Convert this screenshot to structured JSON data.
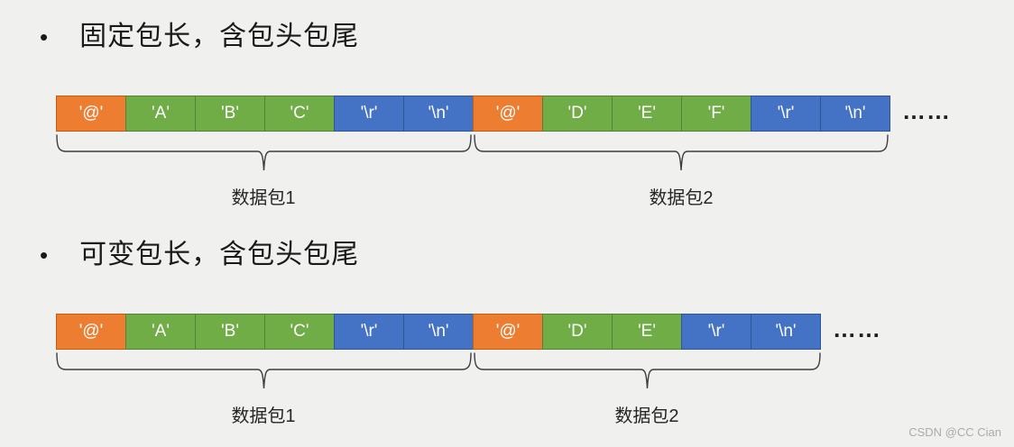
{
  "page": {
    "background": "#F0F0EF",
    "watermark": "CSDN @CC Cian"
  },
  "colors": {
    "orange": {
      "fill": "#ED7D31",
      "border": "#C55A11"
    },
    "green": {
      "fill": "#70AD47",
      "border": "#548235"
    },
    "blue": {
      "fill": "#4472C4",
      "border": "#2F5597"
    }
  },
  "sections": [
    {
      "bullet": "•",
      "title": "固定包长，含包头包尾",
      "ellipsis": "……",
      "cells": [
        {
          "text": "'@'",
          "color": "orange"
        },
        {
          "text": "'A'",
          "color": "green"
        },
        {
          "text": "'B'",
          "color": "green"
        },
        {
          "text": "'C'",
          "color": "green"
        },
        {
          "text": "'\\r'",
          "color": "blue"
        },
        {
          "text": "'\\n'",
          "color": "blue"
        },
        {
          "text": "'@'",
          "color": "orange"
        },
        {
          "text": "'D'",
          "color": "green"
        },
        {
          "text": "'E'",
          "color": "green"
        },
        {
          "text": "'F'",
          "color": "green"
        },
        {
          "text": "'\\r'",
          "color": "blue"
        },
        {
          "text": "'\\n'",
          "color": "blue"
        }
      ],
      "braces": [
        {
          "label": "数据包1",
          "cell_span": 6
        },
        {
          "label": "数据包2",
          "cell_span": 6
        }
      ]
    },
    {
      "bullet": "•",
      "title": "可变包长，含包头包尾",
      "ellipsis": "……",
      "cells": [
        {
          "text": "'@'",
          "color": "orange"
        },
        {
          "text": "'A'",
          "color": "green"
        },
        {
          "text": "'B'",
          "color": "green"
        },
        {
          "text": "'C'",
          "color": "green"
        },
        {
          "text": "'\\r'",
          "color": "blue"
        },
        {
          "text": "'\\n'",
          "color": "blue"
        },
        {
          "text": "'@'",
          "color": "orange"
        },
        {
          "text": "'D'",
          "color": "green"
        },
        {
          "text": "'E'",
          "color": "green"
        },
        {
          "text": "'\\r'",
          "color": "blue"
        },
        {
          "text": "'\\n'",
          "color": "blue"
        }
      ],
      "braces": [
        {
          "label": "数据包1",
          "cell_span": 6
        },
        {
          "label": "数据包2",
          "cell_span": 5
        }
      ]
    }
  ]
}
